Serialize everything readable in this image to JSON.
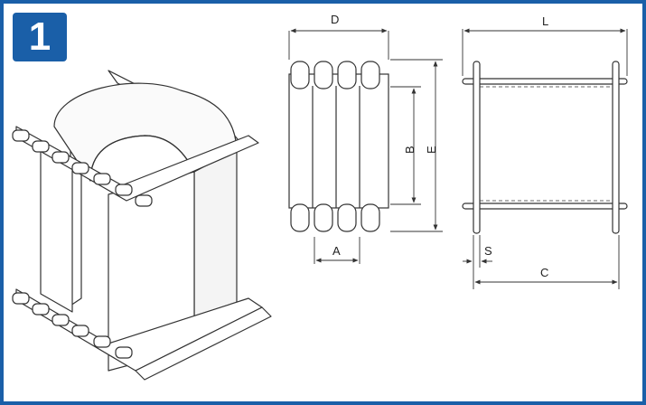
{
  "badge": {
    "number": "1"
  },
  "colors": {
    "frame": "#1a5fa8",
    "line": "#333333"
  },
  "dimensions": {
    "D": "D",
    "L": "L",
    "B": "B",
    "E": "E",
    "A": "A",
    "S": "S",
    "C": "C"
  }
}
